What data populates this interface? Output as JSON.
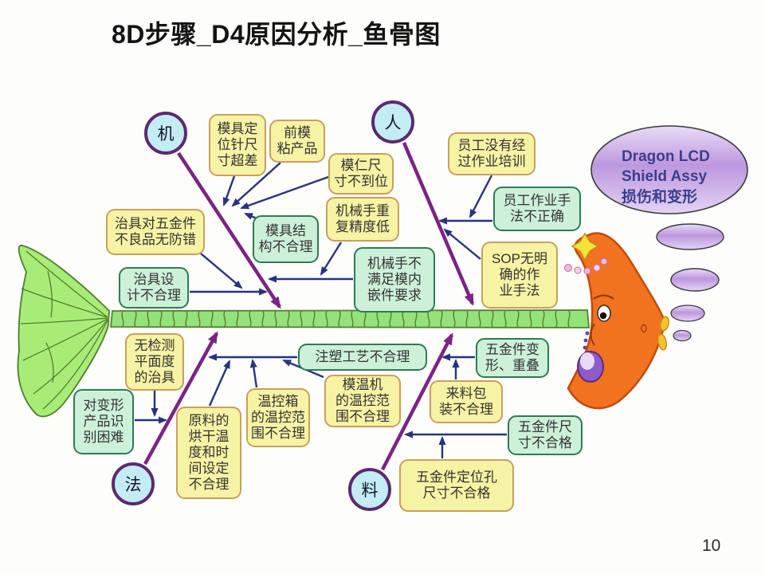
{
  "title": "8D步骤_D4原因分析_鱼骨图",
  "page_number": "10",
  "effect": {
    "bubble_text": "Dragon LCD\nShield Assy\n损伤和变形"
  },
  "categories": {
    "machine": "机",
    "man": "人",
    "method": "法",
    "material": "料"
  },
  "causes": {
    "machine": {
      "mold_positioning_pin": "模具定\n位针尺\n寸超差",
      "front_mold_sticking": "前模\n粘产品",
      "mold_core_dimension": "模仁尺\n寸不到位",
      "robot_repeat_accuracy": "机械手重\n复精度低",
      "mold_structure": "模具结\n构不合理",
      "jig_no_poka_yoke": "治具对五金件\n不良品无防错",
      "jig_design": "治具设\n计不合理",
      "robot_insert_requirement": "机械手不\n满足模内\n嵌件要求"
    },
    "man": {
      "no_training": "员工没有经\n过作业培训",
      "wrong_method": "员工作业手\n法不正确",
      "sop_unclear": "SOP无明\n确的作\n业手法"
    },
    "method": {
      "no_flatness_jig": "无检测\n平面度\n的治具",
      "deform_identify": "对变形\n产品识\n别困难",
      "drying_setting": "原料的\n烘干温\n度和时\n间设定\n不合理",
      "temp_box_range": "温控箱\n的温控范\n围不合理",
      "injection_process": "注塑工艺不合理",
      "mold_temp_machine": "模温机\n的温控范\n围不合理"
    },
    "material": {
      "hardware_deform_overlap": "五金件变\n形、重叠",
      "packaging": "来料包\n装不合理",
      "hardware_dimension": "五金件尺\n寸不合格",
      "hardware_hole": "五金件定位孔\n尺寸不合格"
    }
  },
  "colors": {
    "cause_box_yellow": "#F7F3A4",
    "cause_box_green": "#CDF0D9",
    "category_circle_fill": "#C3ECF4",
    "category_circle_border": "#5C2970",
    "branch_purple": "#7B2483",
    "sub_arrow_navy": "#27337F",
    "spine_green": "#94E27B",
    "tail_green": "#A9EB77",
    "fish_orange": "#F1731F",
    "bubble_purple": "#BD97DF"
  }
}
